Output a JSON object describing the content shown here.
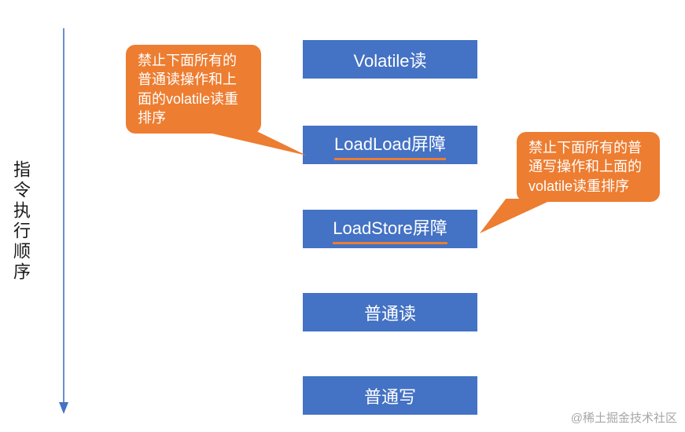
{
  "flow": {
    "label": "指令执行顺序"
  },
  "boxes": [
    {
      "label": "Volatile读"
    },
    {
      "label": "LoadLoad屏障"
    },
    {
      "label": "LoadStore屏障"
    },
    {
      "label": "普通读"
    },
    {
      "label": "普通写"
    }
  ],
  "callouts": [
    {
      "text": "禁止下面所有的普通读操作和上面的volatile读重排序"
    },
    {
      "text": "禁止下面所有的普通写操作和上面的volatile读重排序"
    }
  ],
  "watermark": "@稀土掘金技术社区",
  "colors": {
    "box_fill": "#4472c4",
    "callout_fill": "#ed7d31",
    "underline": "#ed7d31",
    "arrow": "#4472c4",
    "text_on_fill": "#ffffff"
  }
}
